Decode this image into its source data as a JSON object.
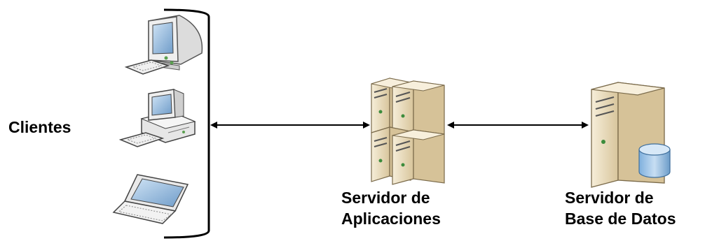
{
  "labels": {
    "clients": "Clientes",
    "app_server_line1": "Servidor de",
    "app_server_line2": "Aplicaciones",
    "db_server_line1": "Servidor de",
    "db_server_line2": "Base de Datos"
  },
  "icons": {
    "client_1": "crt-monitor-computer-icon",
    "client_2": "desktop-tower-computer-icon",
    "client_3": "laptop-icon",
    "app_server": "server-rack-icon",
    "db_server": "database-server-icon"
  },
  "colors": {
    "server_body": "#efe3c7",
    "server_shade": "#c9b48c",
    "computer_body": "#e8e8e8",
    "screen": "#8fb6dc",
    "database": "#9ec3e6",
    "line": "#000000"
  }
}
